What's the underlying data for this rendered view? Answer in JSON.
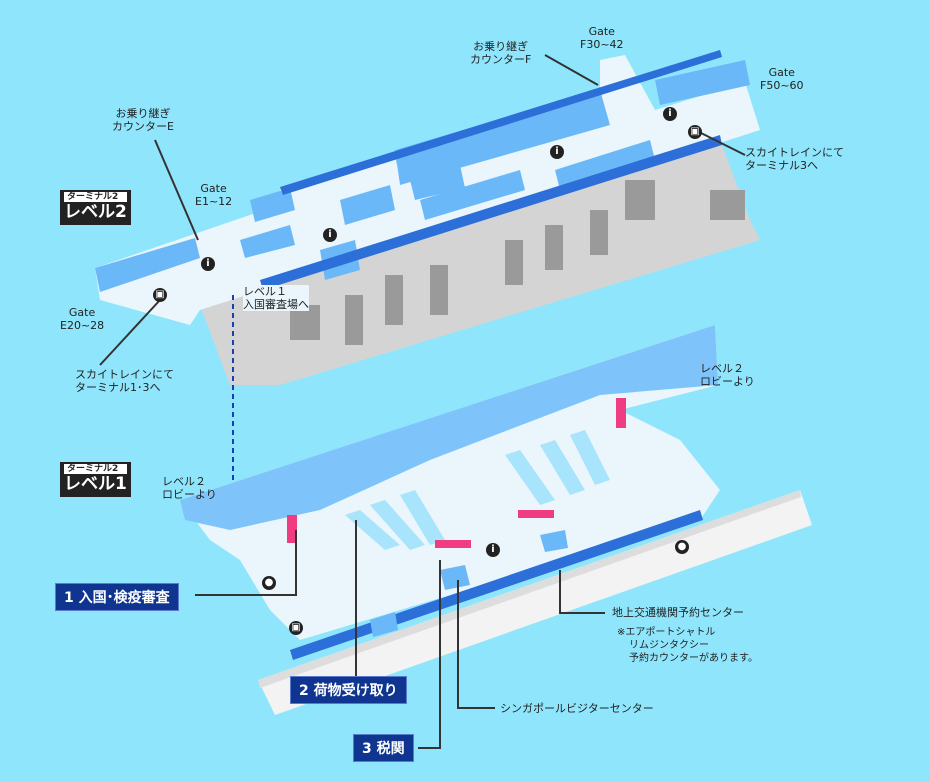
{
  "level2": {
    "badge_top": "ターミナル2",
    "badge_main": "レベル2",
    "counter_e": [
      "お乗り継ぎ",
      "カウンターE"
    ],
    "counter_f": [
      "お乗り継ぎ",
      "カウンターF"
    ],
    "gate_e1": [
      "Gate",
      "E1~12"
    ],
    "gate_e20": [
      "Gate",
      "E20~28"
    ],
    "gate_f30": [
      "Gate",
      "F30~42"
    ],
    "gate_f50": [
      "Gate",
      "F50~60"
    ],
    "skytrain_13": [
      "スカイトレインにて",
      "ターミナル1･3へ"
    ],
    "skytrain_3": [
      "スカイトレインにて",
      "ターミナル3へ"
    ],
    "to_immigration": [
      "レベル１",
      "入国審査場へ"
    ]
  },
  "level1": {
    "badge_top": "ターミナル2",
    "badge_main": "レベル1",
    "from_lobby_left": [
      "レベル２",
      "ロビーより"
    ],
    "from_lobby_right": [
      "レベル２",
      "ロビーより"
    ],
    "steps": [
      "1 入国･検疫審査",
      "2 荷物受け取り",
      "3 税関"
    ],
    "ground_transport": "地上交通機関予約センター",
    "ground_note": [
      "※エアポートシャトル",
      "リムジンタクシー",
      "予約カウンターがあります。"
    ],
    "visitor_center": "シンガポールビジターセンター"
  },
  "icons": {
    "info": "i"
  }
}
